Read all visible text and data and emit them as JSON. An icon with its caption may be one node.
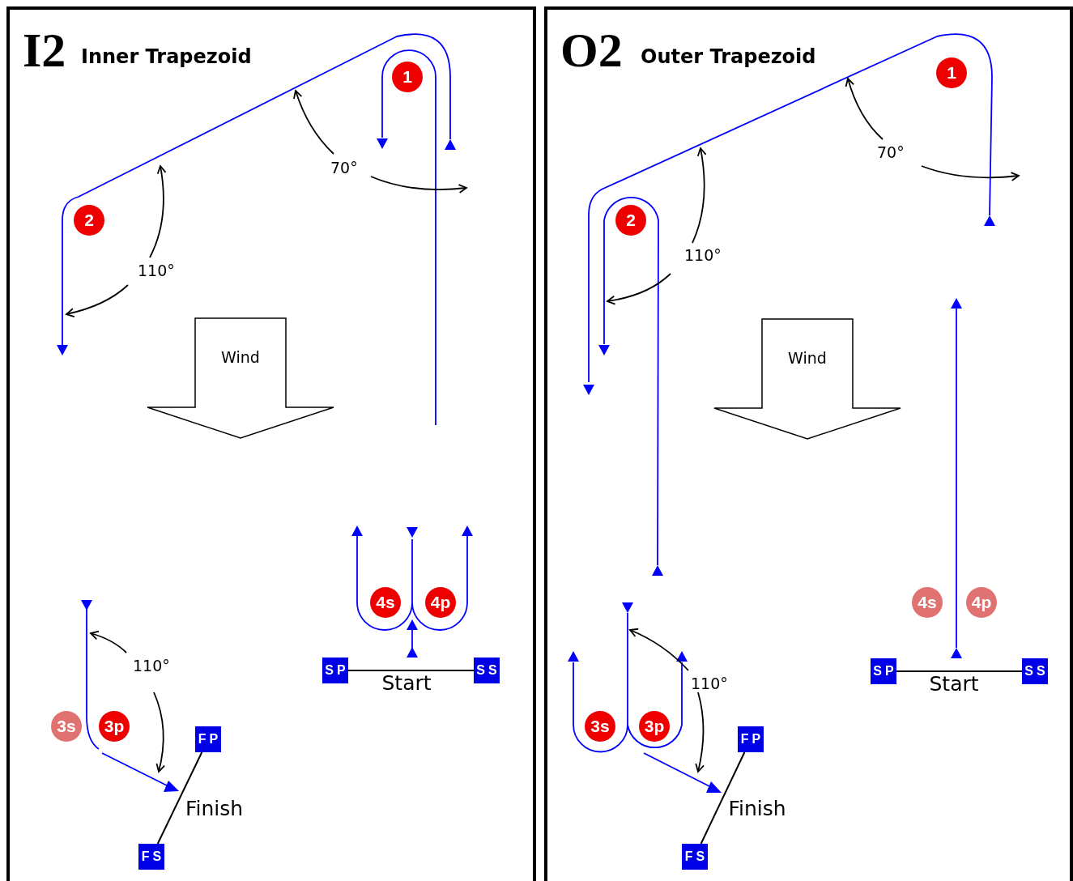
{
  "diagram": {
    "nodes": [
      {
        "text": [
          "I2",
          "Inner Trapezoid"
        ]
      },
      {
        "text": [
          "1"
        ],
        "in": 0
      },
      {
        "text": [
          "2"
        ],
        "in": 0
      },
      {
        "text": [
          "Wind"
        ],
        "in": 0
      },
      {
        "text": [
          "4s"
        ],
        "in": 0
      },
      {
        "text": [
          "4p"
        ],
        "in": 0
      },
      {
        "text": [
          "SP"
        ],
        "in": 0
      },
      {
        "text": [
          "SS"
        ],
        "in": 0
      },
      {
        "text": [
          "3s"
        ],
        "in": 0
      },
      {
        "text": [
          "3p"
        ],
        "in": 0
      },
      {
        "text": [
          "FP"
        ],
        "in": 0
      },
      {
        "text": [
          "FS"
        ],
        "in": 0
      },
      {
        "text": [
          "O2",
          "Outer Trapezoid"
        ]
      },
      {
        "text": [
          "1"
        ],
        "in": 12
      },
      {
        "text": [
          "2"
        ],
        "in": 12
      },
      {
        "text": [
          "Wind"
        ],
        "in": 12
      },
      {
        "text": [
          "4s"
        ],
        "in": 12
      },
      {
        "text": [
          "4p"
        ],
        "in": 12
      },
      {
        "text": [
          "SP"
        ],
        "in": 12
      },
      {
        "text": [
          "SS"
        ],
        "in": 12
      },
      {
        "text": [
          "3s"
        ],
        "in": 12
      },
      {
        "text": [
          "3p"
        ],
        "in": 12
      },
      {
        "text": [
          "FP"
        ],
        "in": 12
      },
      {
        "text": [
          "FS"
        ],
        "in": 12
      }
    ],
    "edges": [
      {
        "from": 6,
        "to": 7,
        "arrow": "none",
        "label": "Start"
      },
      {
        "from": 10,
        "to": 11,
        "arrow": "none",
        "label": "Finish"
      },
      {
        "from": 18,
        "to": 19,
        "arrow": "none",
        "label": "Start"
      },
      {
        "from": 22,
        "to": 23,
        "arrow": "none",
        "label": "Finish"
      }
    ],
    "labels": [
      "70°",
      "110°",
      "110°",
      "70°",
      "110°",
      "110°"
    ]
  }
}
